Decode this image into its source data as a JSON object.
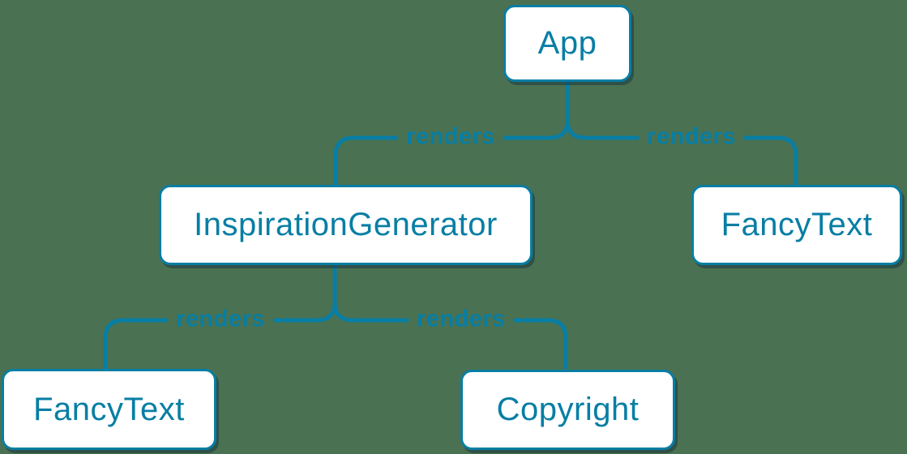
{
  "colors": {
    "background": "#4a7151",
    "accent": "#087ea4",
    "node_bg": "#ffffff"
  },
  "diagram": {
    "type": "component-render-tree",
    "nodes": [
      {
        "id": "app",
        "label": "App"
      },
      {
        "id": "inspiration-generator",
        "label": "InspirationGenerator"
      },
      {
        "id": "fancy-text-top",
        "label": "FancyText"
      },
      {
        "id": "fancy-text-bottom",
        "label": "FancyText"
      },
      {
        "id": "copyright",
        "label": "Copyright"
      }
    ],
    "edges": [
      {
        "from": "App",
        "to": "InspirationGenerator",
        "label": "renders"
      },
      {
        "from": "App",
        "to": "FancyText",
        "label": "renders"
      },
      {
        "from": "InspirationGenerator",
        "to": "FancyText",
        "label": "renders"
      },
      {
        "from": "InspirationGenerator",
        "to": "Copyright",
        "label": "renders"
      }
    ]
  }
}
